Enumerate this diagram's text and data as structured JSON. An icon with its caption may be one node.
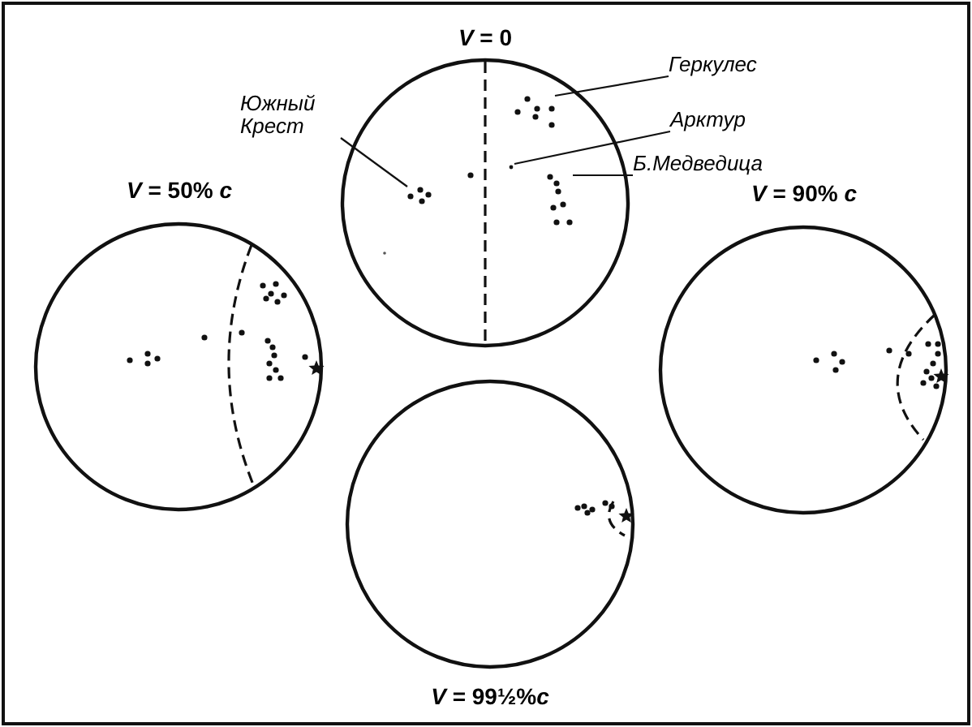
{
  "diagram": {
    "nodes": [
      {
        "text": [
          "*V* = 0"
        ]
      },
      {
        "text": [
          "Южный Крест"
        ]
      },
      {
        "text": [],
        "shape": "picture",
        "in": 0
      },
      {
        "text": [
          "Геркулес"
        ]
      },
      {
        "text": [],
        "shape": "picture",
        "in": 0
      },
      {
        "text": [
          "Арктур"
        ]
      },
      {
        "text": [],
        "shape": "circle",
        "in": 0
      },
      {
        "text": [
          "Б.Медведица"
        ]
      },
      {
        "text": [],
        "shape": "picture",
        "in": 0
      },
      {
        "text": [
          "*V* = 50% *c*"
        ]
      },
      {
        "text": [
          "*V* = 90% *c*"
        ]
      },
      {
        "text": [
          "*V* = 99½%*c*"
        ]
      }
    ],
    "edges": [
      {
        "from": 1,
        "to": 2,
        "arrow": "none"
      },
      {
        "from": 3,
        "to": 4,
        "arrow": "none"
      },
      {
        "from": 5,
        "to": 6,
        "arrow": "none"
      },
      {
        "from": 7,
        "to": 8,
        "arrow": "none"
      }
    ]
  }
}
